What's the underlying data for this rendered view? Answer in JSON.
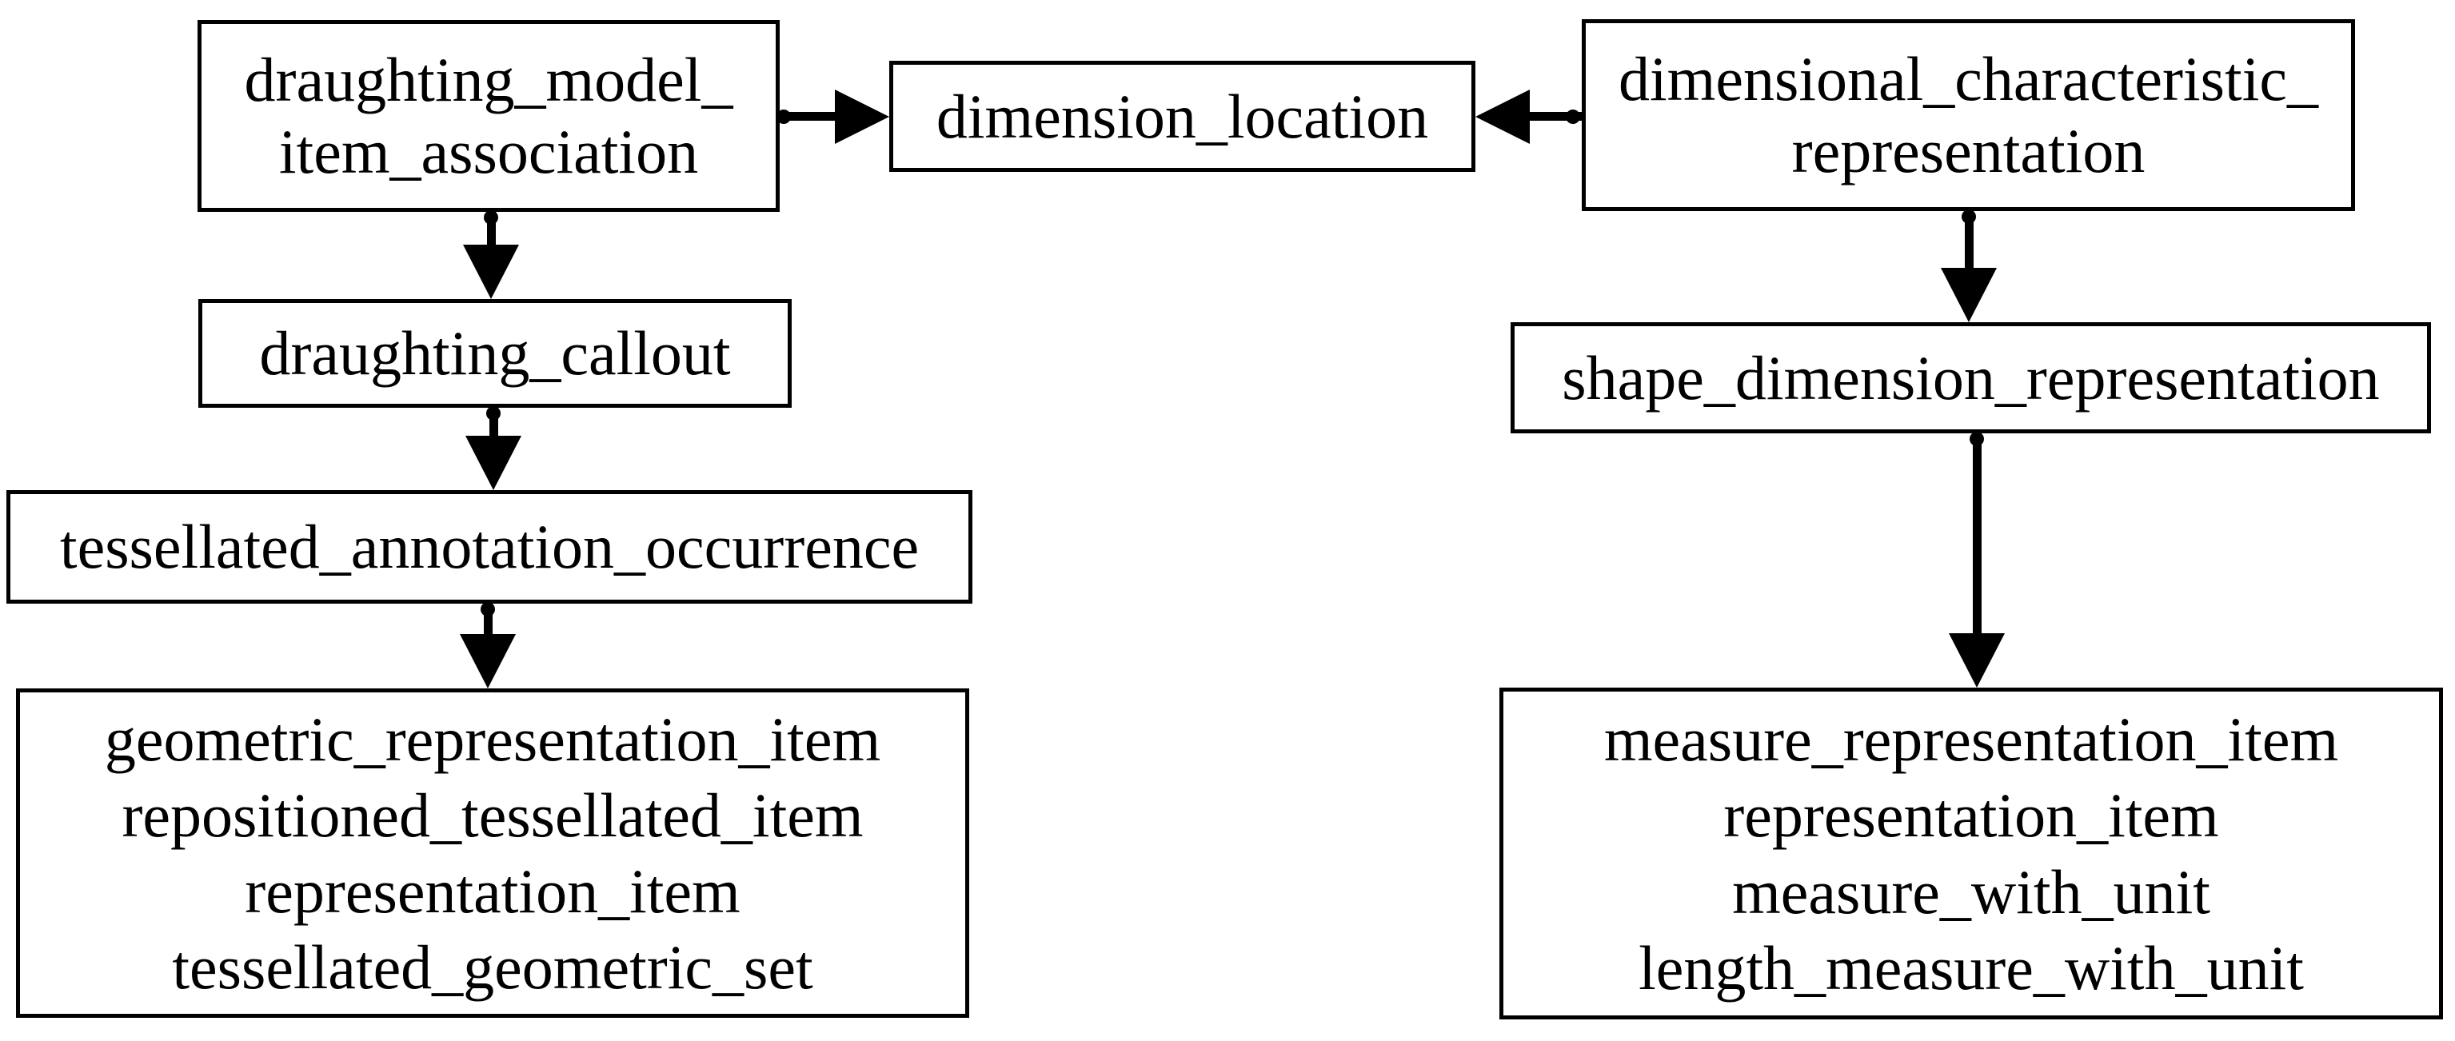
{
  "diagram": {
    "background_color": "#ffffff",
    "line_color": "#000000",
    "boxes": [
      {
        "id": "draughting_model_item_association",
        "lines": [
          "draughting_model_",
          "item_association"
        ]
      },
      {
        "id": "dimension_location",
        "lines": [
          "dimension_location"
        ]
      },
      {
        "id": "dimensional_characteristic_representation",
        "lines": [
          "dimensional_characteristic_",
          "representation"
        ]
      },
      {
        "id": "draughting_callout",
        "lines": [
          "draughting_callout"
        ]
      },
      {
        "id": "shape_dimension_representation",
        "lines": [
          "shape_dimension_representation"
        ]
      },
      {
        "id": "tessellated_annotation_occurrence",
        "lines": [
          "tessellated_annotation_occurrence"
        ]
      },
      {
        "id": "tessellated_annotation_occurrence_types",
        "lines": [
          "geometric_representation_item",
          "repositioned_tessellated_item",
          "representation_item",
          "tessellated_geometric_set"
        ]
      },
      {
        "id": "shape_dimension_representation_types",
        "lines": [
          "measure_representation_item",
          "representation_item",
          "measure_with_unit",
          "length_measure_with_unit"
        ]
      }
    ],
    "arrows": [
      {
        "from": "draughting_model_item_association",
        "to": "dimension_location",
        "direction": "right"
      },
      {
        "from": "dimensional_characteristic_representation",
        "to": "dimension_location",
        "direction": "left"
      },
      {
        "from": "draughting_model_item_association",
        "to": "draughting_callout",
        "direction": "down"
      },
      {
        "from": "draughting_callout",
        "to": "tessellated_annotation_occurrence",
        "direction": "down"
      },
      {
        "from": "tessellated_annotation_occurrence",
        "to": "tessellated_annotation_occurrence_types",
        "direction": "down"
      },
      {
        "from": "dimensional_characteristic_representation",
        "to": "shape_dimension_representation",
        "direction": "down"
      },
      {
        "from": "shape_dimension_representation",
        "to": "shape_dimension_representation_types",
        "direction": "down"
      }
    ]
  }
}
